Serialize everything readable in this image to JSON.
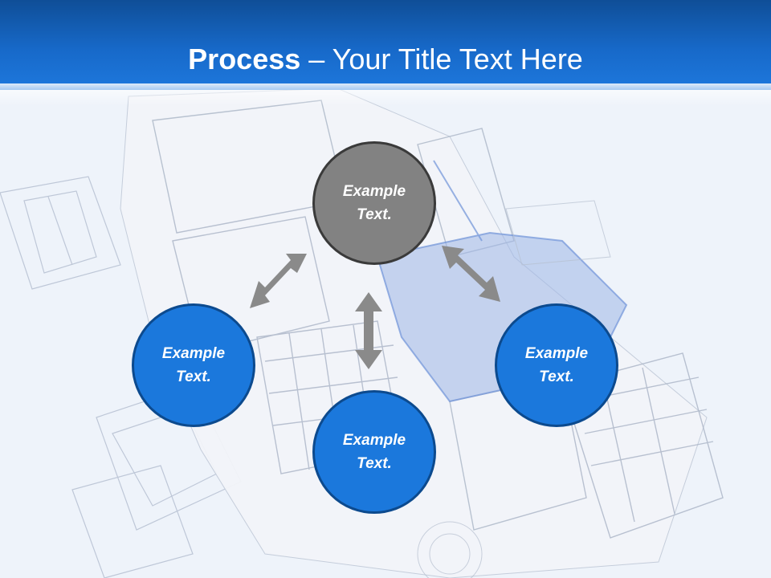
{
  "slide": {
    "title_bold": "Process",
    "title_rest": " – Your Title Text Here"
  },
  "nodes": {
    "top": "Example Text.",
    "left": "Example Text.",
    "right": "Example Text.",
    "bottom": "Example Text."
  },
  "colors": {
    "header": "#1769c9",
    "node_blue": "#1b78dc",
    "node_gray": "#828282",
    "arrow": "#8a8a8a"
  }
}
